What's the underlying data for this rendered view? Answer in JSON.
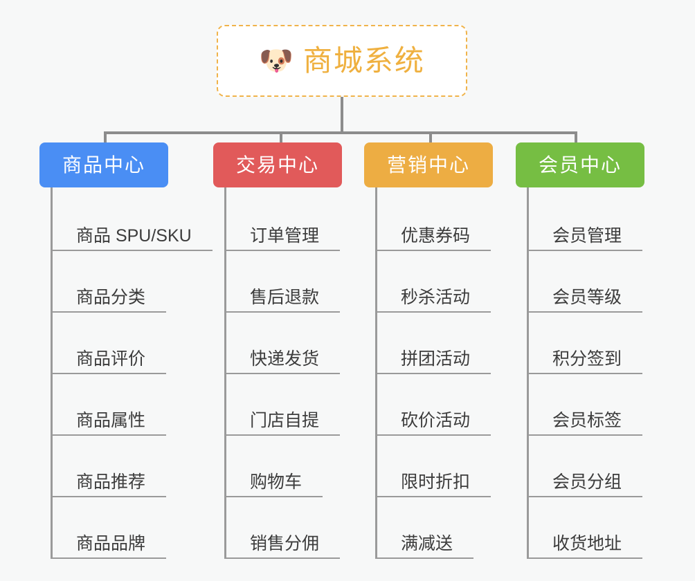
{
  "root": {
    "icon": "dog-face-emoji",
    "icon_glyph": "🐶",
    "title": "商城系统",
    "border_color": "#f0b34a",
    "text_color": "#efb03f"
  },
  "connector_color": "#8c8c8c",
  "background_color": "#f7f8f8",
  "branches": [
    {
      "label": "商品中心",
      "color": "#4a8ef4",
      "items": [
        "商品 SPU/SKU",
        "商品分类",
        "商品评价",
        "商品属性",
        "商品推荐",
        "商品品牌"
      ]
    },
    {
      "label": "交易中心",
      "color": "#e15a5a",
      "items": [
        "订单管理",
        "售后退款",
        "快递发货",
        "门店自提",
        "购物车",
        "销售分佣"
      ]
    },
    {
      "label": "营销中心",
      "color": "#edad43",
      "items": [
        "优惠券码",
        "秒杀活动",
        "拼团活动",
        "砍价活动",
        "限时折扣",
        "满减送"
      ]
    },
    {
      "label": "会员中心",
      "color": "#76be43",
      "items": [
        "会员管理",
        "会员等级",
        "积分签到",
        "会员标签",
        "会员分组",
        "收货地址"
      ]
    }
  ]
}
